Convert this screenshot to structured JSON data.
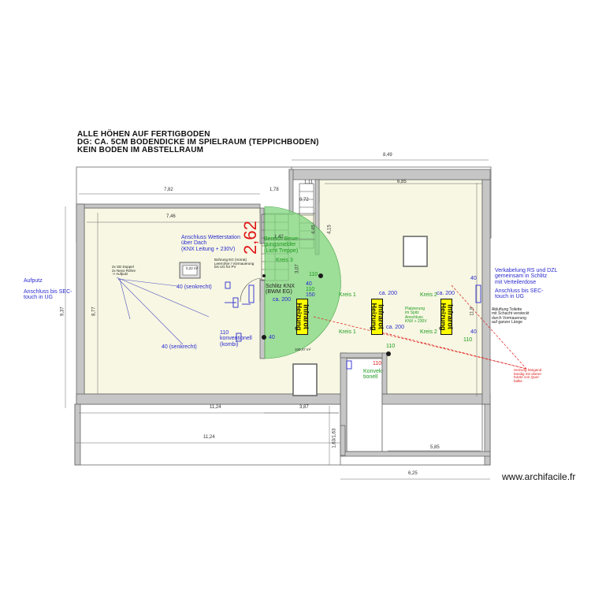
{
  "header": {
    "line1": "ALLE HÖHEN AUF FERTIGBODEN",
    "line2": "DG: CA. 5CM BODENDICKE IM SPIELRAUM (TEPPICHBODEN)",
    "line3": "KEIN BODEN IM ABSTELLRAUM"
  },
  "dimensions": {
    "top_right_width": "8,49",
    "left_top_width": "7,82",
    "inner_top_width": "7,46",
    "short_178": "1,78",
    "short_111": "1,11",
    "short_072": "0,72",
    "right_inner_width": "6,85",
    "stair_width": "1,42",
    "stair_height_a": "4,45",
    "stair_height_b": "4,15",
    "stair_small": "3,07",
    "left_outer_height": "9,37",
    "left_inner_height": "8,77",
    "right_height": "11,9",
    "bottom_inner_a": "11,24",
    "bottom_inner_b": "3,87",
    "bottom_outer": "11,24",
    "small_163": "1,63/1,63",
    "right_bottom_inner": "5,85",
    "right_bottom_outer": "6,25"
  },
  "labels": {
    "big_height": "2,62",
    "aufputz": "Aufputz",
    "anschluss_left": "Anschluss bis SEC-\ntouch in UG",
    "wetterstation": "Anschluss Wetterstation\nüber Dach\n(KNX Leitung + 230V)",
    "bohrung": "Bohrung EG (Vorrat)\nLeerrohre / Vormauerung\nbis UG für PV",
    "sd_doppel": "2x SD Doppel\n2x Nexo Röhre\n-> Aufputz",
    "area_small": "0,22 m²",
    "senk_1": "40 (senkrecht)",
    "senk_2": "40 (senkrecht)",
    "konv_kombi": "110\nkonventionell\n(kombi)",
    "konv_40": "40",
    "bereich_bewe": "Bereich Bewe-\ngungsmelder\n(Licht Treppe)",
    "kreis3": "Kreis 3",
    "h110a": "110",
    "h40a": "40",
    "h110b": "110",
    "h150": "150",
    "schlitz": "Schlitz KNX\n(BWM EG)",
    "ca200_a": "ca. 200",
    "area_room": "100,47 m²",
    "kreis1_a": "Kreis 1",
    "kreis1_b": "Kreis 1",
    "ca200_b": "ca. 200",
    "ca200_c": "ca. 200",
    "ca200_d": "ca. 200",
    "platzierung": "Platzierung\nim Spitz\nAnschluss\nKNX + 230V",
    "kreis2_a": "Kreis 2",
    "kreis2_b": "Kreis 2",
    "h110c": "110",
    "h110d": "110",
    "konvektionell": "Konvek-\ntionell",
    "h40b": "40",
    "h40c": "40",
    "h110e": "110",
    "verkabelung": "Verkabelung RS und DZL\ngemeinsam in Schlitz\nmit Verteilerdose",
    "anschluss_right": "Anschluss bis SEC-\ntouch in UG",
    "abluftung": "Abluftung Toilette\nmit Schacht versteckt\ndurch Vormauerung\nauf ganzer Länge",
    "heizung_note": "Heizung hängend\nbündig mit oberer\nKante von Quer-\nbalke"
  },
  "heaters": [
    {
      "label": "Infrarot\nHeizung"
    },
    {
      "label": "Infrarot\nHeizung"
    },
    {
      "label": "Infrarot\nHeizung"
    }
  ],
  "watermark": "www.archifacile.fr",
  "colors": {
    "wall": "#c8c8c8",
    "wall_stroke": "#707070",
    "room_fill": "#f6f6e6",
    "heater": "#ffff00",
    "note_blue": "#2b2bd0",
    "note_green": "#1d9a1d",
    "note_red": "#e01818",
    "motion_zone": "#7fd67f"
  }
}
